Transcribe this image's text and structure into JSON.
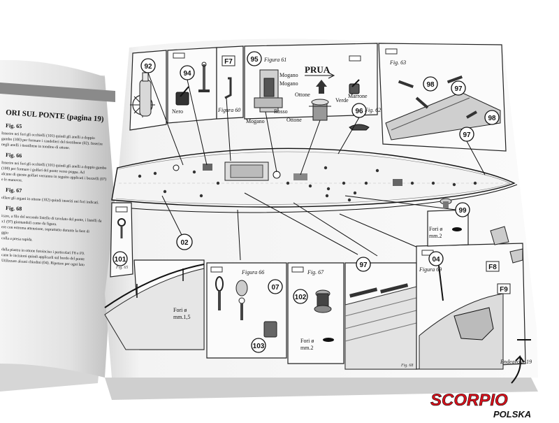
{
  "left_page": {
    "heading": "ORI SUL PONTE (pagina 19)",
    "sections": [
      {
        "fig": "Fig. 65",
        "lines": [
          "Inserire nei fori gli occhielli (101) quindi gli anelli a doppio",
          "gambo (100) per formare i candelieri del tientibene (02). Inserire",
          "negli anelli i tientibene in tondino di ottone."
        ]
      },
      {
        "fig": "Fig. 66",
        "lines": [
          "Inserire nei fori gli occhielli (101) quindi gli anelli a doppio gambo",
          "(100) per formare i golfari del ponte verso poppa. Ad",
          "alcune di queste golfari verranno in seguito applicati i bozzelli (07)",
          "e le manovre."
        ]
      },
      {
        "fig": "Fig. 67",
        "lines": [
          "ollare gli argani in ottone (102) quindi inseriti nei fori indicati."
        ]
      },
      {
        "fig": "Fig. 68",
        "lines": [
          "icare, a filo del secondo listello di tavolato del ponte, i listelli da",
          "x1 (97) giuntandoli come da figura.",
          "ere con estrema attenzione, soprattutto durante la fase di",
          "ggio",
          "colla a presa rapida."
        ]
      },
      {
        "fig": "",
        "lines": [
          "dalla piastra in ottone fotoinciso i particolari F8 e F9.",
          "cane le incisioni quindi applicarli sul bordo del ponte",
          "Utilizzare alcuni chiodini (04). Ripetere per ogni lato"
        ]
      }
    ]
  },
  "right_page": {
    "top_left_figure": "Figura 61",
    "labels": {
      "nero": "Nero",
      "figura60": "Figura 60",
      "figura61": "Figura 61",
      "mogano1": "Mogano",
      "mogano2": "Mogano",
      "ottone1": "Ottone",
      "ottone2": "Ottone",
      "rosso": "Rosso",
      "verde": "Verde",
      "marrone": "Marrone",
      "prua": "PRUA",
      "fig62": "Fig. 62",
      "fig63": "Fig. 63",
      "f7": "F7",
      "figura65": "Fig. 65",
      "figura66": "Figura 66",
      "fig67": "Fig. 67",
      "fig68": "Fig. 68",
      "figura69": "Figura 69",
      "f8": "F8",
      "f9": "F9",
      "fori1": "Fori ø",
      "fori1b": "mm.1,5",
      "fori2": "Fori ø",
      "fori2b": "mm.2",
      "fori3": "Fori ø",
      "fori3b": "mm.2",
      "footer": "Endeavour 19"
    },
    "numbers": {
      "n92": "92",
      "n94": "94",
      "n95": "95",
      "n96": "96",
      "n97a": "97",
      "n97b": "97",
      "n98a": "98",
      "n98b": "98",
      "n99": "99",
      "n02": "02",
      "n97c": "97",
      "n04": "04",
      "n07": "07",
      "n101": "101",
      "n102": "102",
      "n103": "103"
    }
  },
  "logo": {
    "brand": "SCORPIO",
    "sub": "POLSKA",
    "brand_color": "#d8101b",
    "sub_color": "#111111"
  }
}
